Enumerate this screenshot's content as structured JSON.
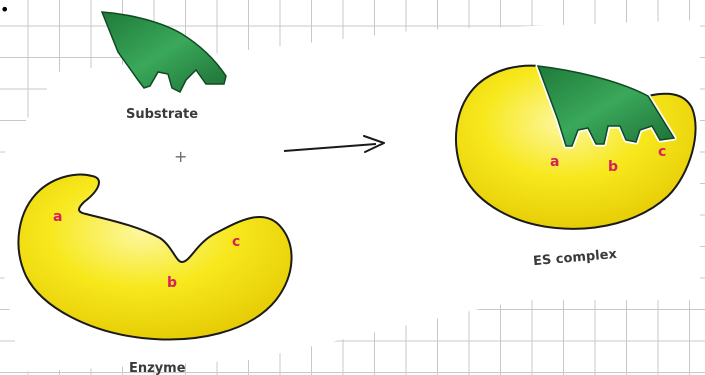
{
  "bullet": "•",
  "labels": {
    "substrate": "Substrate",
    "plus": "+",
    "enzyme": "Enzyme",
    "es_complex": "ES complex"
  },
  "sites": {
    "enzyme": [
      "a",
      "b",
      "c"
    ],
    "complex": [
      "a",
      "b",
      "c"
    ]
  },
  "colors": {
    "enzyme_fill": "#f7e81c",
    "substrate_fill": "#2e9a4e",
    "site_label": "#d81f5a",
    "outline": "#1a1a1a"
  }
}
